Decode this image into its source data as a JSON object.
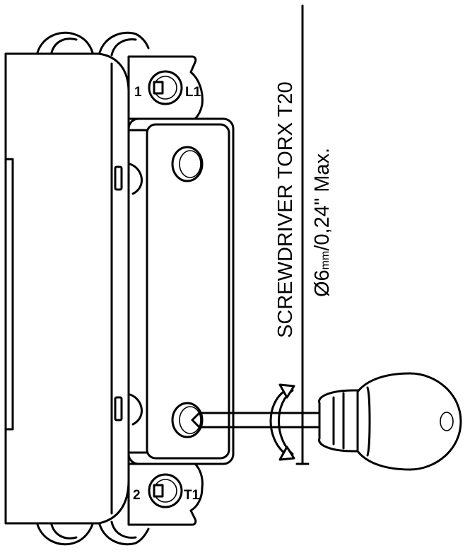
{
  "labels": {
    "tool": "SCREWDRIVER TORX T20",
    "dim_symbol": "Ø6",
    "dim_unit": "mm",
    "dim_rest": "/0,24\" Max."
  },
  "terminals": {
    "top_left": "1",
    "top_right": "L1",
    "bottom_left": "2",
    "bottom_right": "T1"
  },
  "colors": {
    "line": "#000000",
    "background": "#ffffff"
  }
}
